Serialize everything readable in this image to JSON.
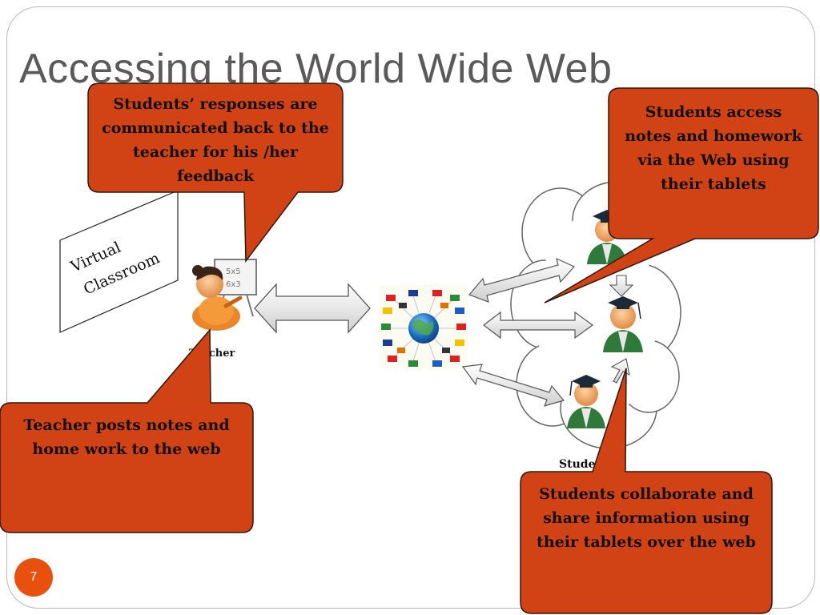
{
  "slide": {
    "title": "Accessing the World Wide Web",
    "page_number": "7"
  },
  "labels": {
    "virtual_classroom_line1": "Virtual",
    "virtual_classroom_line2": "Classroom",
    "teacher": "Teacher",
    "students": "Students"
  },
  "callouts": {
    "responses": "Students’ responses are communicated back to the teacher  for his /her feedback",
    "access": "Students access notes and homework via the Web using their tablets",
    "teacher_posts": "Teacher posts  notes and home work  to the web",
    "collaborate": "Students collaborate  and share information using their tablets over the web"
  },
  "colors": {
    "callout_fill": "#d14215",
    "callout_border": "#2a1a10",
    "badge": "#e8500e",
    "title_text": "#5a5a5a"
  },
  "icons": [
    "teacher-icon",
    "globe-icon",
    "student-icon",
    "cloud-icon"
  ]
}
